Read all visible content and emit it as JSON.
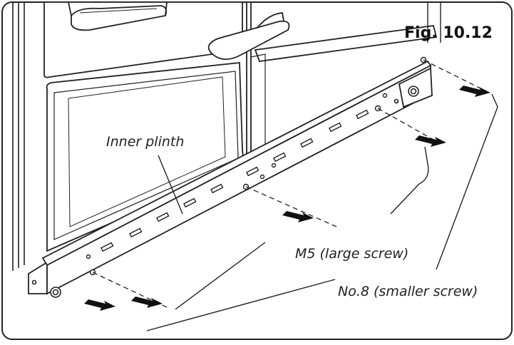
{
  "figure_label": "Fig. 10.12",
  "callouts": {
    "inner_plinth": "Inner plinth",
    "m5_screw": "M5 (large screw)",
    "no8_screw": "No.8 (smaller screw)"
  },
  "colors": {
    "line": "#222222",
    "arrow": "#111111",
    "background": "#ffffff"
  }
}
